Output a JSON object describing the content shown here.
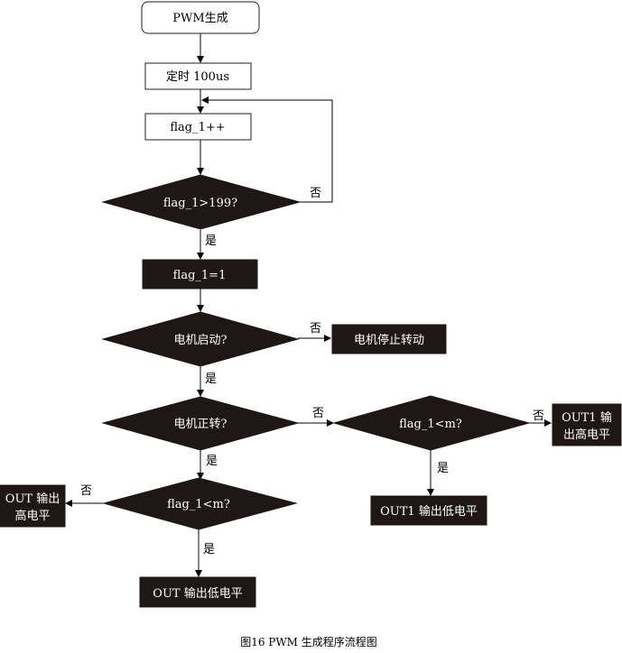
{
  "nodes": {
    "start": "PWM生成",
    "timer": "定时 100us",
    "increment": "flag_1++",
    "check_199": "flag_1>199?",
    "reset": "flag_1=1",
    "motor_started": "电机启动?",
    "motor_stop": "电机停止转动",
    "motor_forward": "电机正转?",
    "check_m_right": "flag_1<m?",
    "out1_high": [
      "OUT1 输",
      "出高电平"
    ],
    "out1_low": "OUT1 输出低电平",
    "check_m_left": "flag_1<m?",
    "out_high": [
      "OUT 输出",
      "高电平"
    ],
    "out_low": "OUT 输出低电平"
  },
  "edge_labels": {
    "no_199": "否",
    "yes_199": "是",
    "no_started": "否",
    "yes_started": "是",
    "no_forward": "否",
    "yes_forward": "是",
    "no_m_right": "否",
    "yes_m_right": "是",
    "no_m_left": "否",
    "yes_m_left": "是"
  },
  "caption": "图16 PWM 生成程序流程图",
  "colors": {
    "dark_fill": "#1f1616",
    "line": "#000000",
    "background": "#ffffff"
  }
}
